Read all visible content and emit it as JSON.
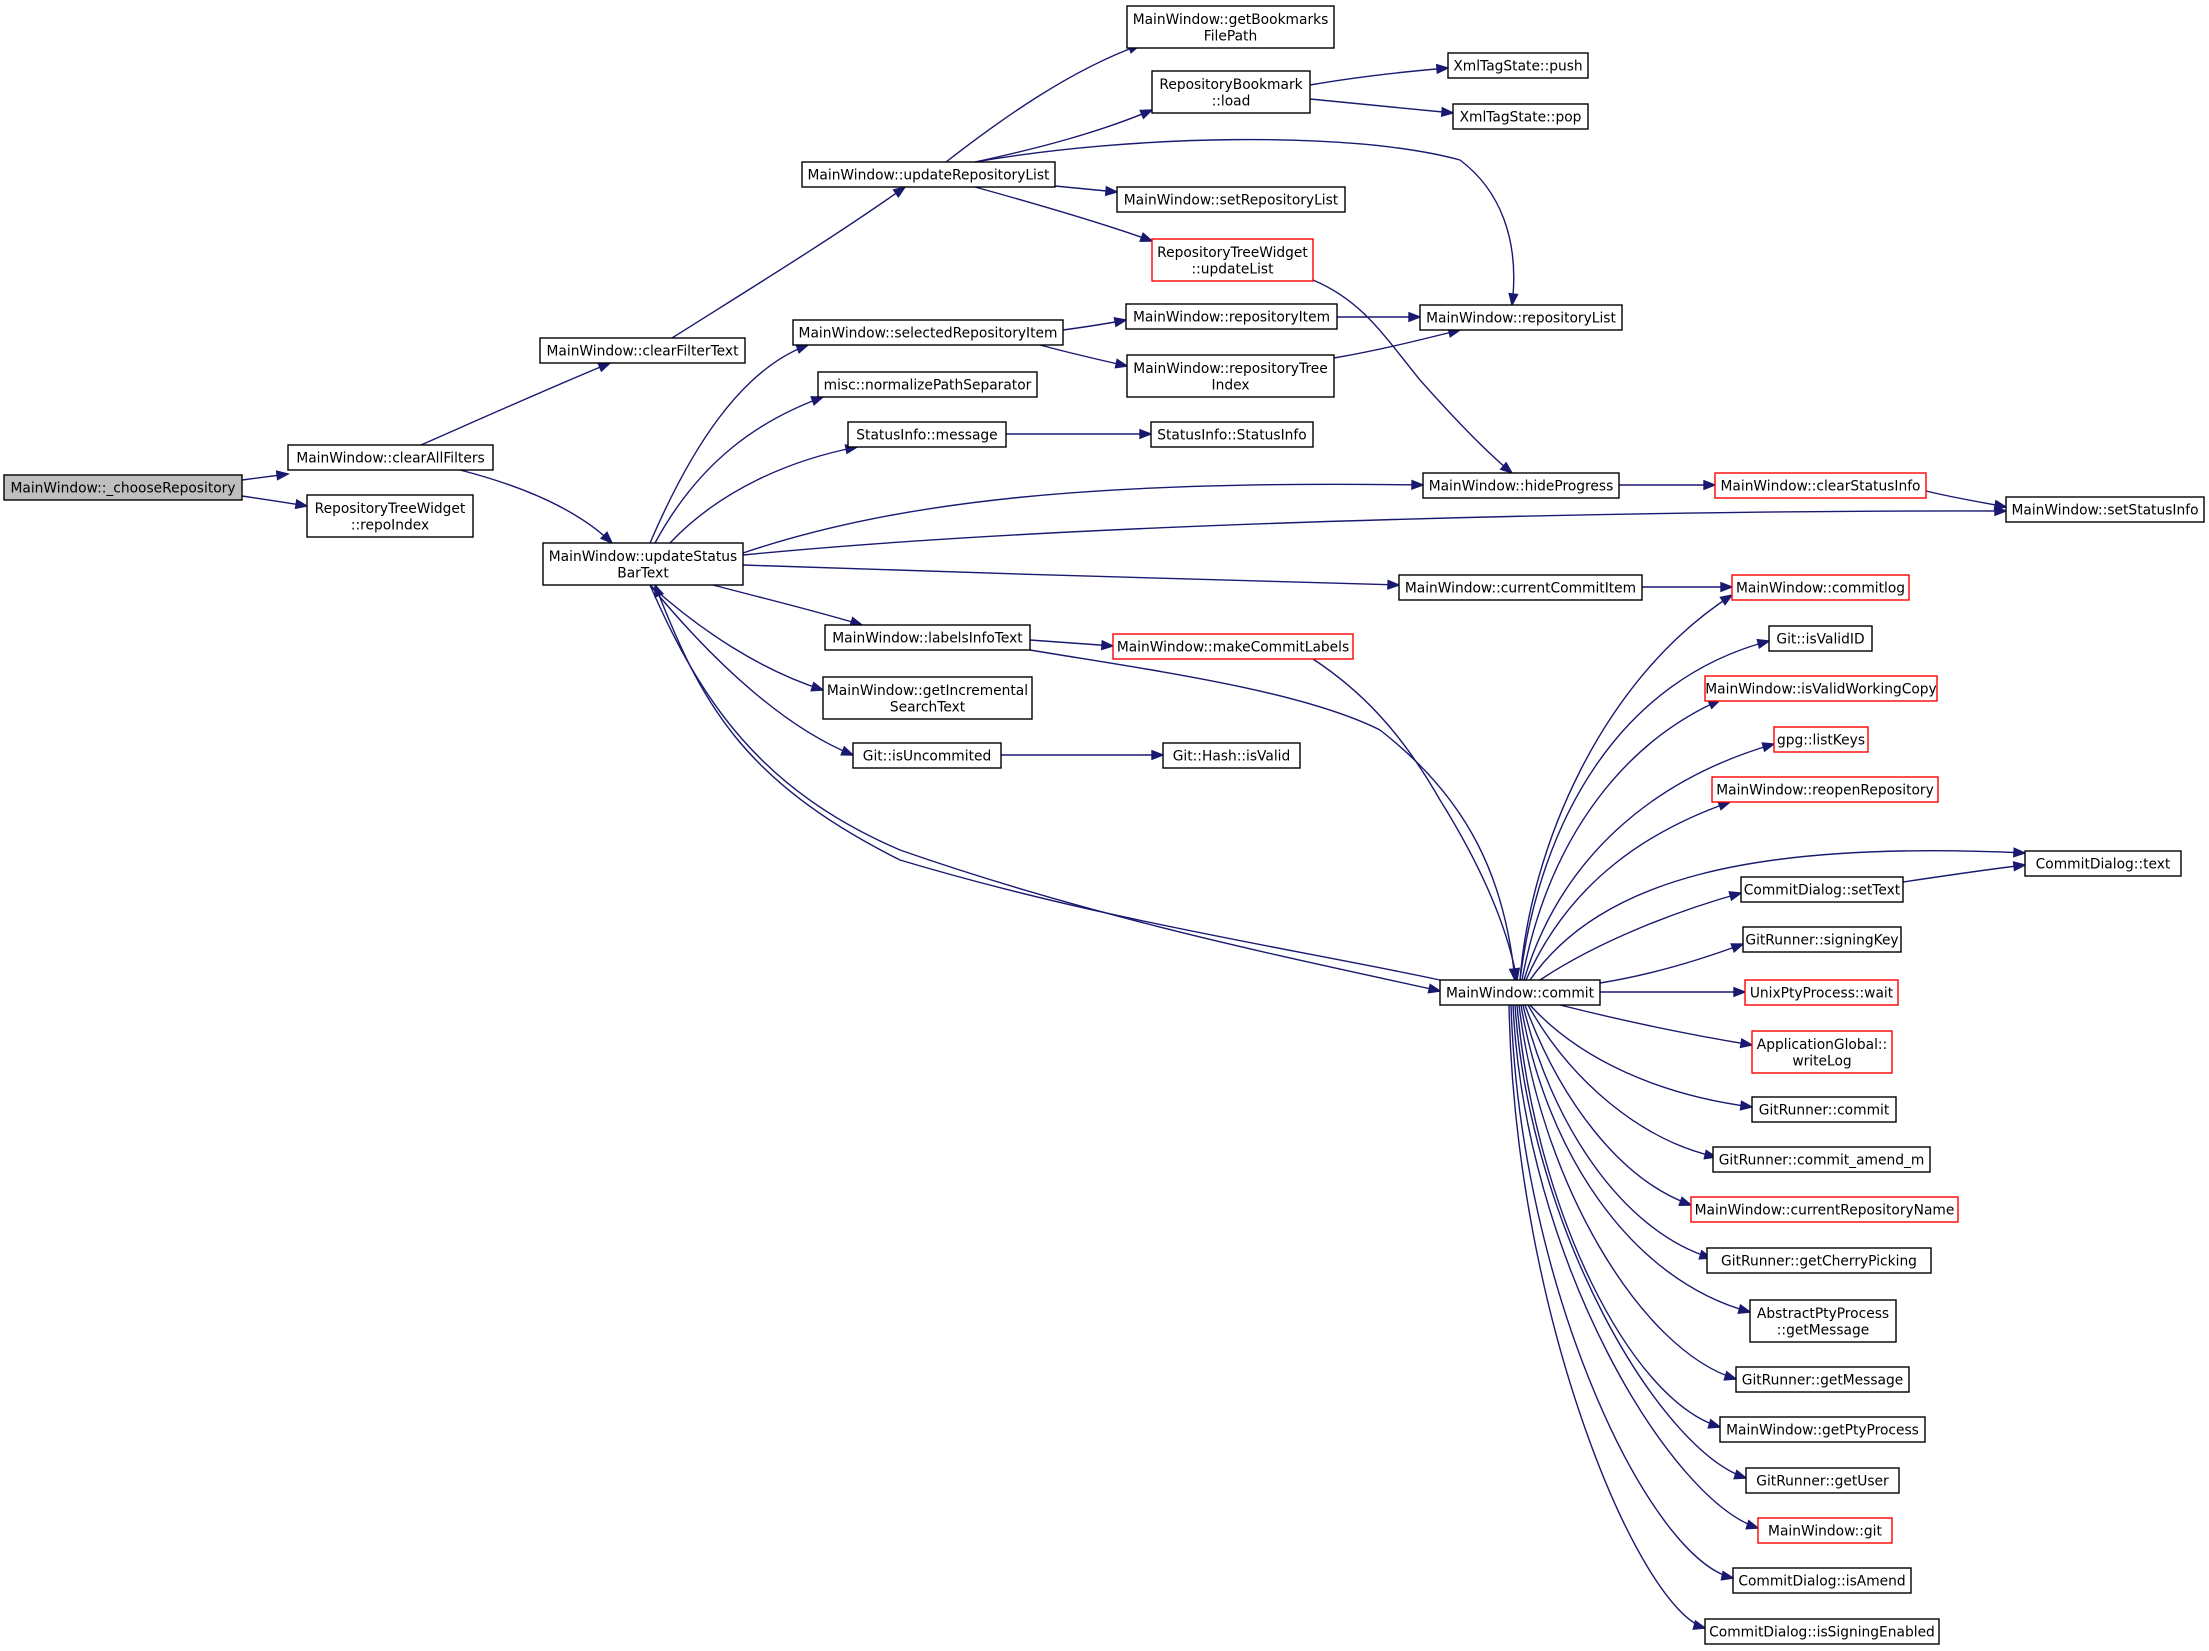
{
  "nodes": [
    {
      "id": "choose",
      "lines": [
        "MainWindow::_chooseRepository"
      ],
      "style": "root"
    },
    {
      "id": "clearAllFilters",
      "lines": [
        "MainWindow::clearAllFilters"
      ],
      "style": "normal"
    },
    {
      "id": "repoIndex",
      "lines": [
        "RepositoryTreeWidget",
        "::repoIndex"
      ],
      "style": "normal"
    },
    {
      "id": "clearFilterText",
      "lines": [
        "MainWindow::clearFilterText"
      ],
      "style": "normal"
    },
    {
      "id": "updateStatusBarText",
      "lines": [
        "MainWindow::updateStatus",
        "BarText"
      ],
      "style": "normal"
    },
    {
      "id": "updateRepositoryList",
      "lines": [
        "MainWindow::updateRepositoryList"
      ],
      "style": "normal"
    },
    {
      "id": "getBookmarksFilePath",
      "lines": [
        "MainWindow::getBookmarks",
        "FilePath"
      ],
      "style": "normal"
    },
    {
      "id": "bookmarkLoad",
      "lines": [
        "RepositoryBookmark",
        "::load"
      ],
      "style": "normal"
    },
    {
      "id": "xmlPush",
      "lines": [
        "XmlTagState::push"
      ],
      "style": "normal"
    },
    {
      "id": "xmlPop",
      "lines": [
        "XmlTagState::pop"
      ],
      "style": "normal"
    },
    {
      "id": "setRepositoryList",
      "lines": [
        "MainWindow::setRepositoryList"
      ],
      "style": "normal"
    },
    {
      "id": "treeUpdateList",
      "lines": [
        "RepositoryTreeWidget",
        "::updateList"
      ],
      "style": "red"
    },
    {
      "id": "selectedRepositoryItem",
      "lines": [
        "MainWindow::selectedRepositoryItem"
      ],
      "style": "normal"
    },
    {
      "id": "repositoryItem",
      "lines": [
        "MainWindow::repositoryItem"
      ],
      "style": "normal"
    },
    {
      "id": "repositoryList",
      "lines": [
        "MainWindow::repositoryList"
      ],
      "style": "normal"
    },
    {
      "id": "repositoryTreeIndex",
      "lines": [
        "MainWindow::repositoryTree",
        "Index"
      ],
      "style": "normal"
    },
    {
      "id": "normalizePathSeparator",
      "lines": [
        "misc::normalizePathSeparator"
      ],
      "style": "normal"
    },
    {
      "id": "statusMessage",
      "lines": [
        "StatusInfo::message"
      ],
      "style": "normal"
    },
    {
      "id": "statusInfoCtor",
      "lines": [
        "StatusInfo::StatusInfo"
      ],
      "style": "normal"
    },
    {
      "id": "hideProgress",
      "lines": [
        "MainWindow::hideProgress"
      ],
      "style": "normal"
    },
    {
      "id": "clearStatusInfo",
      "lines": [
        "MainWindow::clearStatusInfo"
      ],
      "style": "red"
    },
    {
      "id": "setStatusInfo",
      "lines": [
        "MainWindow::setStatusInfo"
      ],
      "style": "normal"
    },
    {
      "id": "currentCommitItem",
      "lines": [
        "MainWindow::currentCommitItem"
      ],
      "style": "normal"
    },
    {
      "id": "commitlog",
      "lines": [
        "MainWindow::commitlog"
      ],
      "style": "red"
    },
    {
      "id": "labelsInfoText",
      "lines": [
        "MainWindow::labelsInfoText"
      ],
      "style": "normal"
    },
    {
      "id": "makeCommitLabels",
      "lines": [
        "MainWindow::makeCommitLabels"
      ],
      "style": "red"
    },
    {
      "id": "getIncrementalSearchText",
      "lines": [
        "MainWindow::getIncremental",
        "SearchText"
      ],
      "style": "normal"
    },
    {
      "id": "isUncommited",
      "lines": [
        "Git::isUncommited"
      ],
      "style": "normal"
    },
    {
      "id": "hashIsValid",
      "lines": [
        "Git::Hash::isValid"
      ],
      "style": "normal"
    },
    {
      "id": "gitIsValidID",
      "lines": [
        "Git::isValidID"
      ],
      "style": "normal"
    },
    {
      "id": "isValidWorkingCopy",
      "lines": [
        "MainWindow::isValidWorkingCopy"
      ],
      "style": "red"
    },
    {
      "id": "gpgListKeys",
      "lines": [
        "gpg::listKeys"
      ],
      "style": "red"
    },
    {
      "id": "reopenRepository",
      "lines": [
        "MainWindow::reopenRepository"
      ],
      "style": "red"
    },
    {
      "id": "commitDialogText",
      "lines": [
        "CommitDialog::text"
      ],
      "style": "normal"
    },
    {
      "id": "commitDialogSetText",
      "lines": [
        "CommitDialog::setText"
      ],
      "style": "normal"
    },
    {
      "id": "signingKey",
      "lines": [
        "GitRunner::signingKey"
      ],
      "style": "normal"
    },
    {
      "id": "commit",
      "lines": [
        "MainWindow::commit"
      ],
      "style": "normal"
    },
    {
      "id": "ptyWait",
      "lines": [
        "UnixPtyProcess::wait"
      ],
      "style": "red"
    },
    {
      "id": "writeLog",
      "lines": [
        "ApplicationGlobal::",
        "writeLog"
      ],
      "style": "red"
    },
    {
      "id": "gitRunnerCommit",
      "lines": [
        "GitRunner::commit"
      ],
      "style": "normal"
    },
    {
      "id": "commitAmend",
      "lines": [
        "GitRunner::commit_amend_m"
      ],
      "style": "normal"
    },
    {
      "id": "currentRepositoryName",
      "lines": [
        "MainWindow::currentRepositoryName"
      ],
      "style": "red"
    },
    {
      "id": "getCherryPicking",
      "lines": [
        "GitRunner::getCherryPicking"
      ],
      "style": "normal"
    },
    {
      "id": "abstractGetMessage",
      "lines": [
        "AbstractPtyProcess",
        "::getMessage"
      ],
      "style": "normal"
    },
    {
      "id": "gitRunnerGetMessage",
      "lines": [
        "GitRunner::getMessage"
      ],
      "style": "normal"
    },
    {
      "id": "getPtyProcess",
      "lines": [
        "MainWindow::getPtyProcess"
      ],
      "style": "normal"
    },
    {
      "id": "getUser",
      "lines": [
        "GitRunner::getUser"
      ],
      "style": "normal"
    },
    {
      "id": "mwGit",
      "lines": [
        "MainWindow::git"
      ],
      "style": "red"
    },
    {
      "id": "isAmend",
      "lines": [
        "CommitDialog::isAmend"
      ],
      "style": "normal"
    },
    {
      "id": "isSigningEnabled",
      "lines": [
        "CommitDialog::isSigningEnabled"
      ],
      "style": "normal"
    }
  ],
  "edges": [
    [
      "choose",
      "clearAllFilters"
    ],
    [
      "choose",
      "repoIndex"
    ],
    [
      "clearAllFilters",
      "clearFilterText"
    ],
    [
      "clearAllFilters",
      "updateStatusBarText"
    ],
    [
      "clearFilterText",
      "updateRepositoryList"
    ],
    [
      "updateRepositoryList",
      "getBookmarksFilePath"
    ],
    [
      "updateRepositoryList",
      "bookmarkLoad"
    ],
    [
      "updateRepositoryList",
      "repositoryList"
    ],
    [
      "updateRepositoryList",
      "setRepositoryList"
    ],
    [
      "updateRepositoryList",
      "treeUpdateList"
    ],
    [
      "bookmarkLoad",
      "xmlPush"
    ],
    [
      "bookmarkLoad",
      "xmlPop"
    ],
    [
      "treeUpdateList",
      "hideProgress"
    ],
    [
      "updateStatusBarText",
      "selectedRepositoryItem"
    ],
    [
      "updateStatusBarText",
      "normalizePathSeparator"
    ],
    [
      "updateStatusBarText",
      "statusMessage"
    ],
    [
      "updateStatusBarText",
      "hideProgress"
    ],
    [
      "updateStatusBarText",
      "setStatusInfo"
    ],
    [
      "updateStatusBarText",
      "currentCommitItem"
    ],
    [
      "updateStatusBarText",
      "labelsInfoText"
    ],
    [
      "updateStatusBarText",
      "getIncrementalSearchText"
    ],
    [
      "updateStatusBarText",
      "isUncommited"
    ],
    [
      "updateStatusBarText",
      "commit"
    ],
    [
      "selectedRepositoryItem",
      "repositoryItem"
    ],
    [
      "selectedRepositoryItem",
      "repositoryTreeIndex"
    ],
    [
      "repositoryItem",
      "repositoryList"
    ],
    [
      "repositoryTreeIndex",
      "repositoryList"
    ],
    [
      "statusMessage",
      "statusInfoCtor"
    ],
    [
      "hideProgress",
      "clearStatusInfo"
    ],
    [
      "clearStatusInfo",
      "setStatusInfo"
    ],
    [
      "currentCommitItem",
      "commitlog"
    ],
    [
      "labelsInfoText",
      "makeCommitLabels"
    ],
    [
      "labelsInfoText",
      "commit"
    ],
    [
      "makeCommitLabels",
      "commit"
    ],
    [
      "isUncommited",
      "hashIsValid"
    ],
    [
      "commit",
      "updateStatusBarText"
    ],
    [
      "commit",
      "commitlog"
    ],
    [
      "commit",
      "gitIsValidID"
    ],
    [
      "commit",
      "isValidWorkingCopy"
    ],
    [
      "commit",
      "gpgListKeys"
    ],
    [
      "commit",
      "reopenRepository"
    ],
    [
      "commit",
      "commitDialogText"
    ],
    [
      "commit",
      "commitDialogSetText"
    ],
    [
      "commit",
      "signingKey"
    ],
    [
      "commit",
      "ptyWait"
    ],
    [
      "commit",
      "writeLog"
    ],
    [
      "commit",
      "gitRunnerCommit"
    ],
    [
      "commit",
      "commitAmend"
    ],
    [
      "commit",
      "currentRepositoryName"
    ],
    [
      "commit",
      "getCherryPicking"
    ],
    [
      "commit",
      "abstractGetMessage"
    ],
    [
      "commit",
      "gitRunnerGetMessage"
    ],
    [
      "commit",
      "getPtyProcess"
    ],
    [
      "commit",
      "getUser"
    ],
    [
      "commit",
      "mwGit"
    ],
    [
      "commit",
      "isAmend"
    ],
    [
      "commit",
      "isSigningEnabled"
    ],
    [
      "commitDialogSetText",
      "commitDialogText"
    ]
  ]
}
